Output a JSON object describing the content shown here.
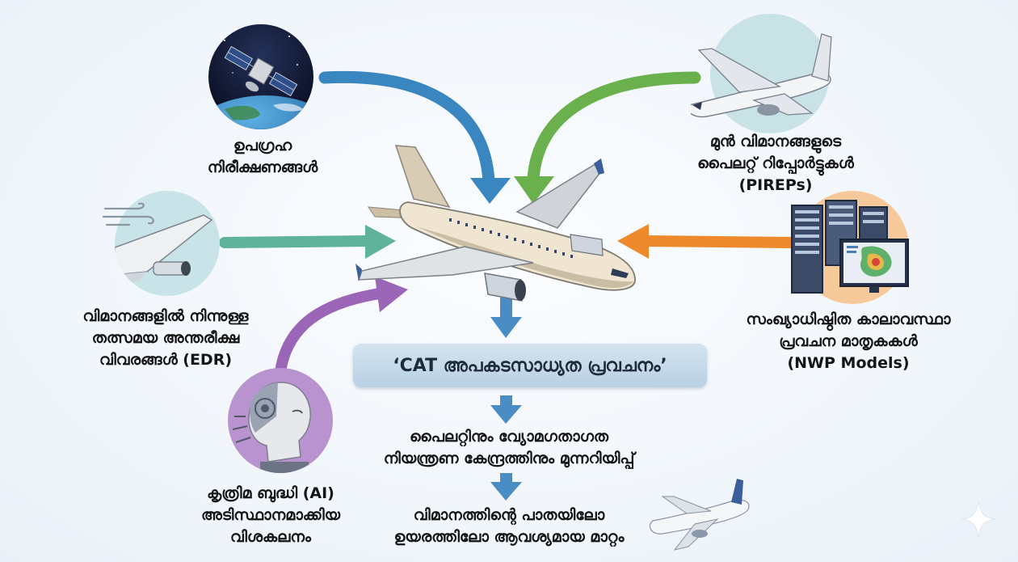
{
  "sources": {
    "satellite": [
      "ഉപഗ്രഹ",
      "നിരീക്ഷണങ്ങൾ"
    ],
    "pirep": [
      "മുൻ വിമാനങ്ങളുടെ",
      "പൈലറ്റ് റിപ്പോർട്ടുകൾ",
      "(PIREPs)"
    ],
    "edr": [
      "വിമാനങ്ങളിൽ നിന്നുള്ള",
      "തത്സമയ അന്തരീക്ഷ",
      "വിവരങ്ങൾ (EDR)"
    ],
    "nwp": [
      "സംഖ്യാധിഷ്ഠിത കാലാവസ്ഥാ",
      "പ്രവചന മാതൃകകൾ",
      "(NWP Models)"
    ],
    "ai": [
      "കൃത്രിമ ബുദ്ധി (AI)",
      "അടിസ്ഥാനമാക്കിയ",
      "വിശകലനം"
    ]
  },
  "center_box": "‘CAT അപകടസാധ്യത പ്രവചനം’",
  "steps": {
    "alert": [
      "പൈലറ്റിനും വ്യോമഗതാഗത",
      "നിയന്ത്രണ കേന്ദ്രത്തിനും മുന്നറിയിപ്പ്"
    ],
    "change": [
      "വിമാനത്തിന്റെ പാതയിലോ",
      "ഉയരത്തിലോ ആവശ്യമായ മാറ്റം"
    ]
  },
  "colors": {
    "arrow_blue": "#3a86c0",
    "arrow_green": "#6ab04c",
    "arrow_teal": "#5eb39a",
    "arrow_orange": "#ef8a2c",
    "arrow_purple": "#9b66b8",
    "step_arrow": "#4a8cc4"
  }
}
